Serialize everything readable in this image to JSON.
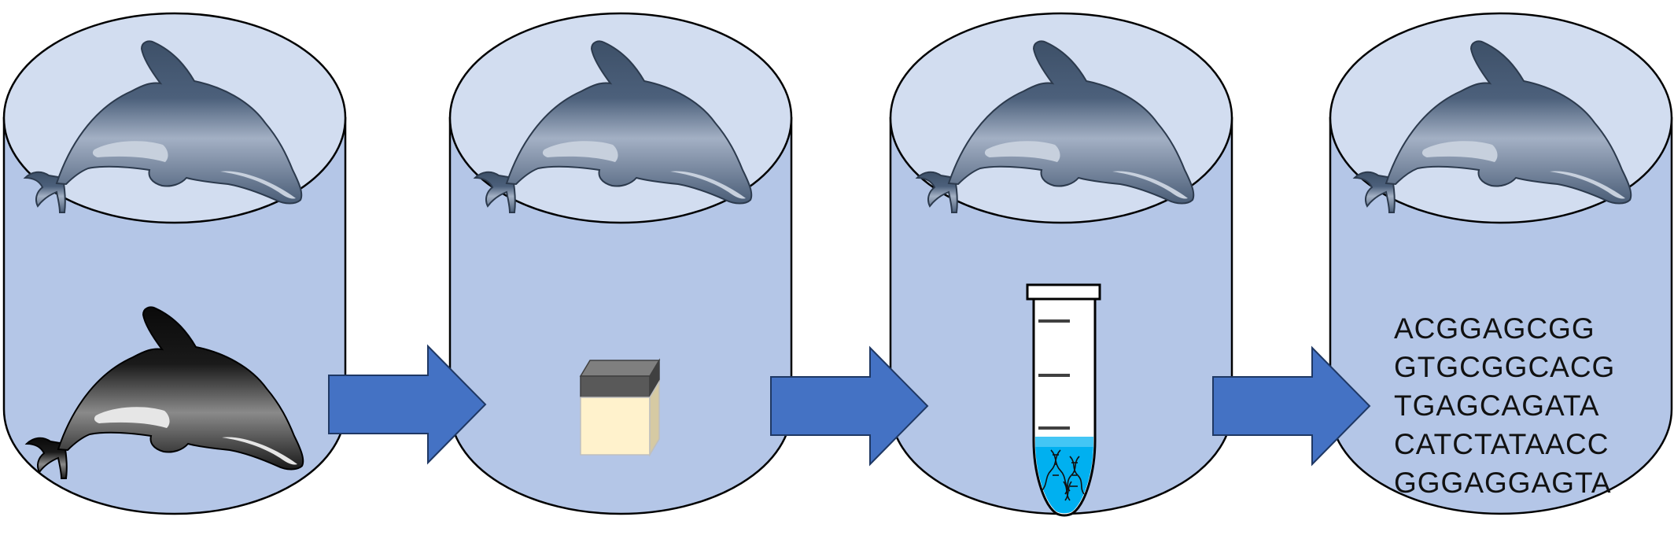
{
  "diagram": {
    "stages": [
      {
        "content": "specimen",
        "icon": "porpoise-silhouette-icon"
      },
      {
        "content": "tissue-sample",
        "icon": "tissue-block-icon"
      },
      {
        "content": "dna-extract",
        "icon": "microcentrifuge-tube-icon"
      },
      {
        "content": "dna-sequence",
        "icon": "sequence-text"
      }
    ],
    "sequence_lines": [
      "ACGGAGCGG",
      "GTGCGGCACG",
      "TGAGCAGATA",
      "CATCTATAACC",
      "GGGAGGAGTA"
    ],
    "colors": {
      "cylinder_body": "#b4c6e7",
      "cylinder_top": "#d2ddf0",
      "arrow": "#4472c4",
      "arrow_stroke": "#1f3864",
      "porpoise_top": "#556a85",
      "porpoise_specimen": "#0d0d0d",
      "tissue_block": "#fff2cc",
      "tube_liquid": "#00b0f0"
    }
  }
}
